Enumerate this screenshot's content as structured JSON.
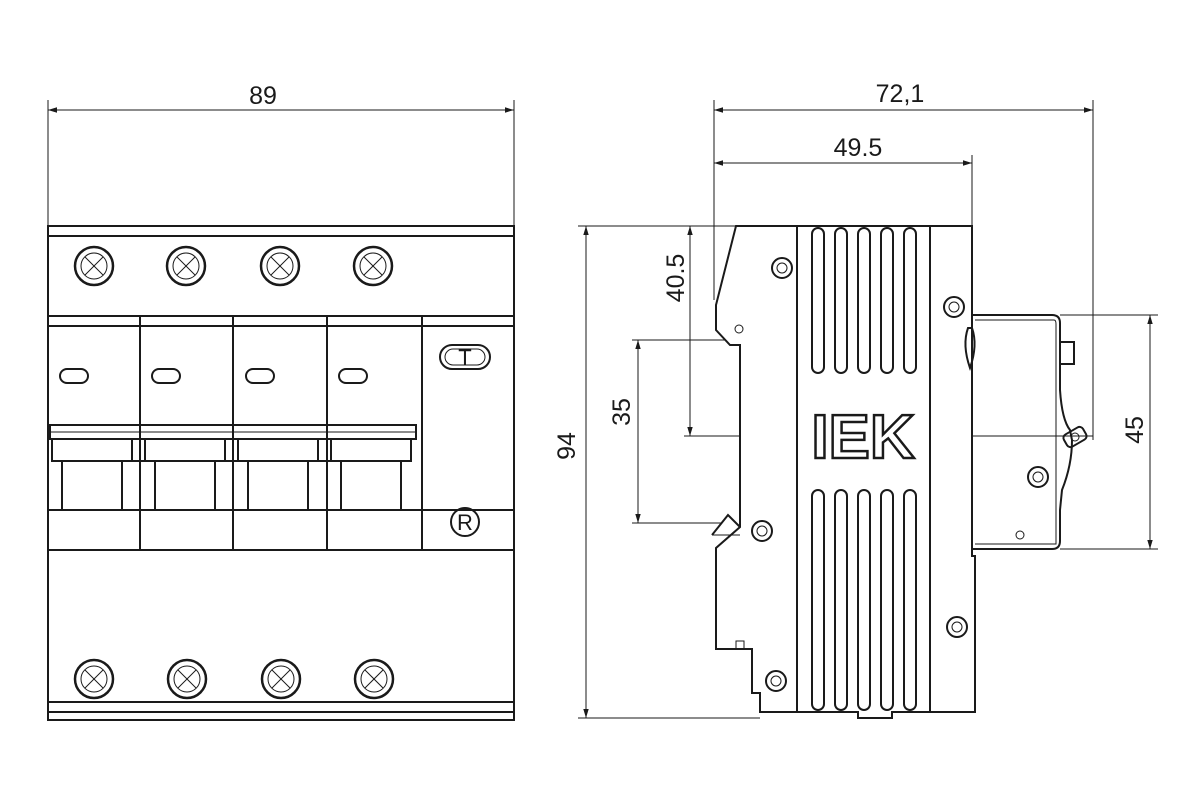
{
  "dimensions": {
    "front_width": "89",
    "side_depth_total": "72,1",
    "side_depth_front": "49.5",
    "side_height_total": "94",
    "rail_offset": "40.5",
    "rail_width": "35",
    "front_window": "45"
  },
  "marks": {
    "test_button": "T",
    "registered": "R",
    "logo": "IEK"
  },
  "colors": {
    "line": "#1a1a1a",
    "background": "#ffffff"
  }
}
